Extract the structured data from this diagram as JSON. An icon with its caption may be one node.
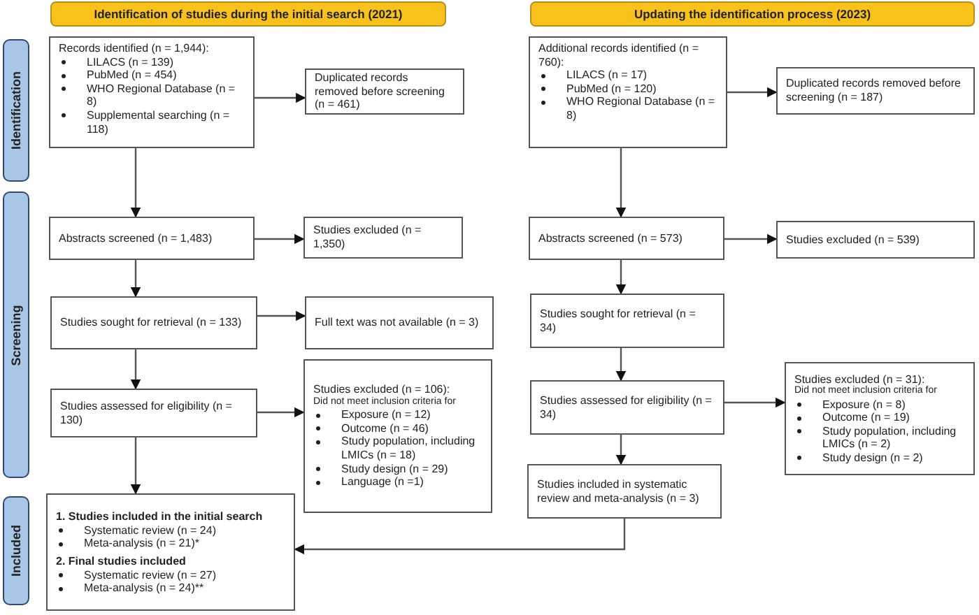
{
  "diagram": {
    "nodes": [
      {
        "text": [
          "Identification"
        ]
      },
      {
        "text": [
          "Screening"
        ]
      },
      {
        "text": [
          "Included"
        ]
      },
      {
        "text": [
          "Identification of studies during the initial search (2021)"
        ]
      },
      {
        "text": [
          "Updating the identification process (2023)"
        ]
      },
      {
        "text": [
          "Records identified (n = 1,944):",
          "LILACS (n = 139)",
          "PubMed (n = 454)",
          "WHO Regional Database (n = 8)",
          "Supplemental searching (n = 118)"
        ]
      },
      {
        "text": [
          "Duplicated records removed before screening (n = 461)"
        ]
      },
      {
        "text": [
          "Abstracts screened (n = 1,483)"
        ]
      },
      {
        "text": [
          "Studies excluded (n = 1,350)"
        ]
      },
      {
        "text": [
          "Studies sought for retrieval (n = 133)"
        ]
      },
      {
        "text": [
          "Full text was not available (n = 3)"
        ]
      },
      {
        "text": [
          "Studies assessed for eligibility (n = 130)"
        ]
      },
      {
        "text": [
          "Studies excluded (n = 106):",
          "Did not meet inclusion criteria for",
          "Exposure (n = 12)",
          "Outcome (n = 46)",
          "Study population, including LMICs (n = 18)",
          "Study design (n = 29)",
          "Language (n =1)"
        ]
      },
      {
        "text": [
          "1. Studies included in the initial search",
          "Systematic review (n = 24)",
          "Meta-analysis (n = 21)*",
          "2. Final studies included",
          "Systematic review (n = 27)",
          "Meta-analysis (n = 24)**"
        ]
      },
      {
        "text": [
          "Additional records identified (n = 760):",
          "LILACS (n = 17)",
          "PubMed (n = 120)",
          "WHO Regional Database (n = 8)"
        ]
      },
      {
        "text": [
          "Duplicated records removed before screening (n = 187)"
        ]
      },
      {
        "text": [
          "Abstracts screened (n = 573)"
        ]
      },
      {
        "text": [
          "Studies excluded (n = 539)"
        ]
      },
      {
        "text": [
          "Studies sought for retrieval (n = 34)"
        ]
      },
      {
        "text": [
          "Studies assessed for eligibility (n = 34)"
        ]
      },
      {
        "text": [
          "Studies excluded (n = 31):",
          "Did not meet inclusion criteria for",
          "Exposure (n = 8)",
          "Outcome (n = 19)",
          "Study population, including LMICs (n = 2)",
          "Study design (n = 2)"
        ]
      },
      {
        "text": [
          "Studies included in systematic review and meta-analysis (n = 3)"
        ]
      }
    ],
    "edges": [
      {
        "from": 5,
        "to": 6,
        "arrow": "to"
      },
      {
        "from": 5,
        "to": 7,
        "arrow": "to"
      },
      {
        "from": 7,
        "to": 8,
        "arrow": "to"
      },
      {
        "from": 7,
        "to": 9,
        "arrow": "to"
      },
      {
        "from": 9,
        "to": 10,
        "arrow": "to"
      },
      {
        "from": 9,
        "to": 11,
        "arrow": "to"
      },
      {
        "from": 11,
        "to": 12,
        "arrow": "to"
      },
      {
        "from": 11,
        "to": 13,
        "arrow": "to"
      },
      {
        "from": 14,
        "to": 15,
        "arrow": "to"
      },
      {
        "from": 14,
        "to": 16,
        "arrow": "to"
      },
      {
        "from": 16,
        "to": 17,
        "arrow": "to"
      },
      {
        "from": 16,
        "to": 18,
        "arrow": "to"
      },
      {
        "from": 18,
        "to": 19,
        "arrow": "to"
      },
      {
        "from": 19,
        "to": 20,
        "arrow": "to"
      },
      {
        "from": 19,
        "to": 21,
        "arrow": "to"
      },
      {
        "from": 21,
        "to": 13,
        "arrow": "to"
      }
    ]
  }
}
